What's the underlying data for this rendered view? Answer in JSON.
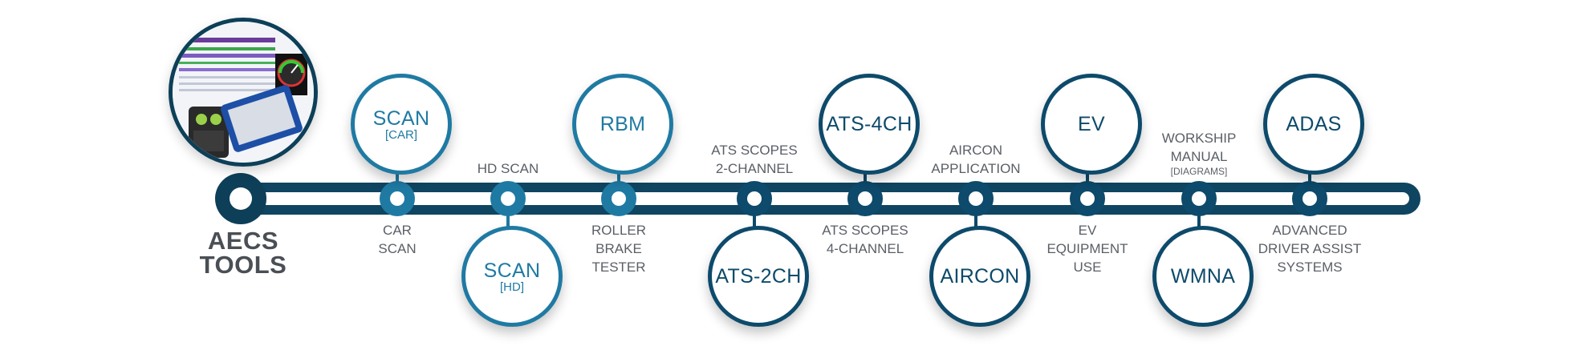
{
  "brand": {
    "line1": "AECS",
    "line2": "TOOLS"
  },
  "colors": {
    "track": "#0f4560",
    "teal": "#1f7aa3",
    "navy": "#0d4a6b",
    "label": "#5a5f66"
  },
  "photo": {
    "gauge_icon": "gauge-icon",
    "scanner_icon": "scan-tool-icon"
  },
  "nodes": [
    {
      "id": "scan-car",
      "badge": "SCAN",
      "badge_sub": "[CAR]",
      "badge_pos": "top",
      "label": "CAR SCAN",
      "label_pos": "below",
      "color": "#1f7aa3"
    },
    {
      "id": "scan-hd",
      "badge": "SCAN",
      "badge_sub": "[HD]",
      "badge_pos": "bottom",
      "label": "HD SCAN",
      "label_pos": "above",
      "color": "#1f7aa3"
    },
    {
      "id": "rbm",
      "badge": "RBM",
      "badge_sub": "",
      "badge_pos": "top",
      "label": "ROLLER BRAKE TESTER",
      "label_pos": "below",
      "color": "#1f7aa3"
    },
    {
      "id": "ats-2ch",
      "badge": "ATS-2CH",
      "badge_sub": "",
      "badge_pos": "bottom",
      "label": "ATS SCOPES 2-CHANNEL",
      "label_pos": "above",
      "color": "#0d4a6b"
    },
    {
      "id": "ats-4ch",
      "badge": "ATS-4CH",
      "badge_sub": "",
      "badge_pos": "top",
      "label": "ATS SCOPES 4-CHANNEL",
      "label_pos": "below",
      "color": "#0d4a6b"
    },
    {
      "id": "aircon",
      "badge": "AIRCON",
      "badge_sub": "",
      "badge_pos": "bottom",
      "label": "AIRCON APPLICATION",
      "label_pos": "above",
      "color": "#0d4a6b"
    },
    {
      "id": "ev",
      "badge": "EV",
      "badge_sub": "",
      "badge_pos": "top",
      "label": "EV EQUIPMENT USE",
      "label_pos": "below",
      "color": "#0d4a6b"
    },
    {
      "id": "wmna",
      "badge": "WMNA",
      "badge_sub": "",
      "badge_pos": "bottom",
      "label": "WORKSHIP MANUAL",
      "label_sub": "[DIAGRAMS]",
      "label_pos": "above",
      "color": "#0d4a6b"
    },
    {
      "id": "adas",
      "badge": "ADAS",
      "badge_sub": "",
      "badge_pos": "top",
      "label": "ADVANCED DRIVER ASSIST SYSTEMS",
      "label_pos": "below",
      "color": "#0d4a6b"
    }
  ]
}
